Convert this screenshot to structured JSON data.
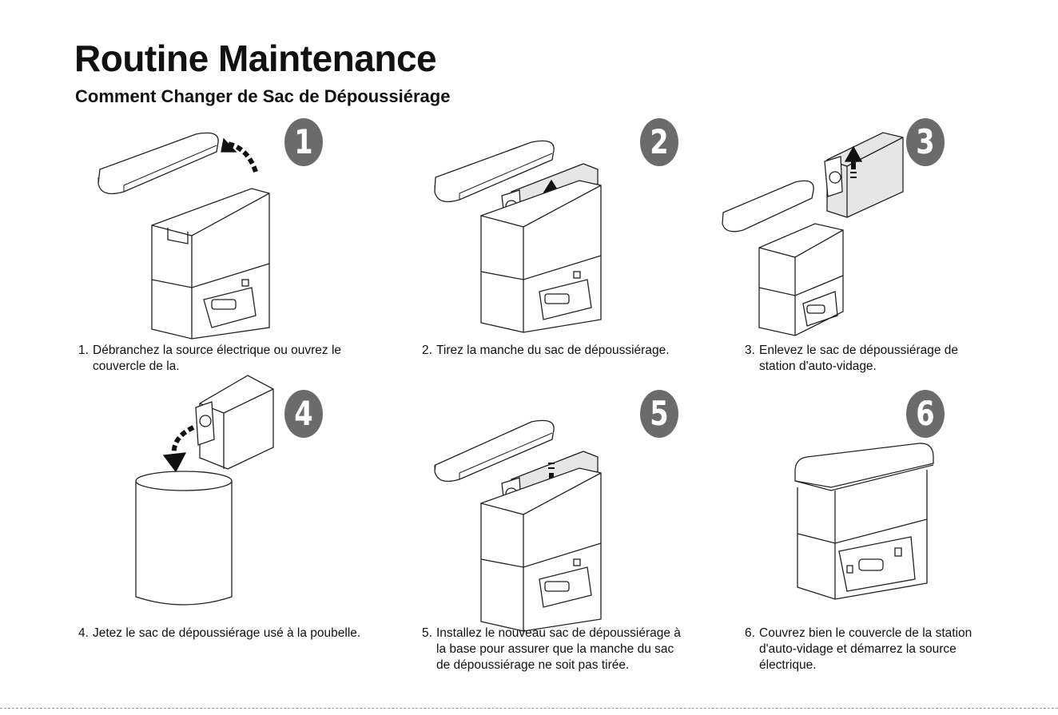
{
  "header": {
    "title": "Routine Maintenance",
    "subtitle": "Comment Changer de Sac de Dépoussiérage"
  },
  "steps": [
    {
      "badge": "1",
      "num": "1.",
      "lines": [
        "Débranchez la source électrique ou ouvrez le",
        "couvercle de la."
      ]
    },
    {
      "badge": "2",
      "num": "2.",
      "lines": [
        "Tirez la manche du sac de dépoussiérage."
      ]
    },
    {
      "badge": "3",
      "num": "3.",
      "lines": [
        "Enlevez le sac de dépoussiérage de",
        "station d'auto-vidage."
      ]
    },
    {
      "badge": "4",
      "num": "4.",
      "lines": [
        "Jetez le sac de dépoussiérage usé à la poubelle."
      ]
    },
    {
      "badge": "5",
      "num": "5.",
      "lines": [
        "Installez le nouveau sac de dépoussiérage à",
        "la base pour assurer que la manche du sac",
        "de dépoussiérage ne soit pas tirée."
      ]
    },
    {
      "badge": "6",
      "num": "6.",
      "lines": [
        "Couvrez bien le couvercle de la station",
        "d'auto-vidage et démarrez la source",
        "électrique."
      ]
    }
  ],
  "colors": {
    "badge": "#6b6b6b",
    "bag": "#e6e6e6",
    "line": "#222222"
  }
}
